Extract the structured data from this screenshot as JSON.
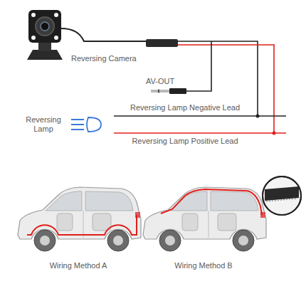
{
  "diagram": {
    "labels": [
      "Reversing Camera",
      "AV-OUT",
      "Reversing Lamp Negative Lead",
      "Reversing Lamp",
      "Reversing Lamp Positive Lead",
      "Wiring Method A",
      "Wiring Method B"
    ]
  }
}
